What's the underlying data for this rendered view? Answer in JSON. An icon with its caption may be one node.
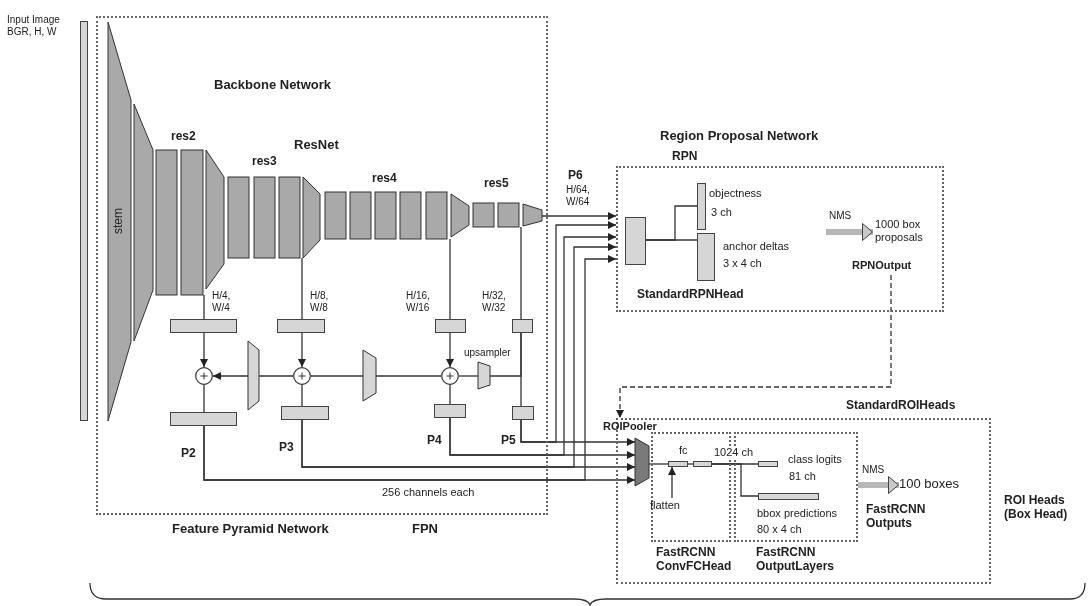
{
  "diagram": {
    "nodes": [
      {
        "text": [],
        "shape": "bar",
        "beside": [
          "Input Image BGR, H, W"
        ]
      },
      {
        "text": [
          "Backbone Network",
          "ResNet"
        ],
        "beside": [
          "Feature Pyramid Network",
          "FPN"
        ]
      },
      {
        "text": [
          "stem"
        ],
        "in": 1
      },
      {
        "text": [
          "res2"
        ],
        "in": 1
      },
      {
        "text": [
          "res3"
        ],
        "in": 1
      },
      {
        "text": [
          "res4"
        ],
        "in": 1
      },
      {
        "text": [
          "res5"
        ],
        "in": 1
      },
      {
        "text": [],
        "shape": "bar",
        "in": 1
      },
      {
        "text": [],
        "shape": "bar",
        "in": 1
      },
      {
        "text": [],
        "shape": "bar",
        "in": 1
      },
      {
        "text": [],
        "shape": "bar",
        "in": 1
      },
      {
        "text": [],
        "shape": "circle",
        "in": 1
      },
      {
        "text": [],
        "shape": "circle",
        "in": 1
      },
      {
        "text": [],
        "shape": "circle",
        "in": 1
      },
      {
        "text": [],
        "shape": "trapezoid",
        "in": 1
      },
      {
        "text": [],
        "shape": "trapezoid",
        "in": 1
      },
      {
        "text": [],
        "shape": "trapezoid",
        "in": 1,
        "beside": [
          "upsampler"
        ]
      },
      {
        "text": [],
        "shape": "bar",
        "in": 1,
        "beside": [
          "P2"
        ]
      },
      {
        "text": [],
        "shape": "bar",
        "in": 1,
        "beside": [
          "P3"
        ]
      },
      {
        "text": [],
        "shape": "bar",
        "in": 1,
        "beside": [
          "P4"
        ]
      },
      {
        "text": [],
        "shape": "bar",
        "in": 1,
        "beside": [
          "P5"
        ]
      },
      {
        "text": [
          "Region Proposal Network",
          "RPN"
        ]
      },
      {
        "text": [],
        "shape": "box",
        "in": 21
      },
      {
        "text": [],
        "shape": "bar",
        "in": 21,
        "beside": [
          "objectness",
          "3 ch"
        ]
      },
      {
        "text": [],
        "shape": "bar",
        "in": 21,
        "beside": [
          "anchor deltas",
          "3 x 4 ch"
        ]
      },
      {
        "text": [
          "1000 box proposals",
          "RPNOutput"
        ],
        "in": 21
      },
      {
        "text": [
          "StandardROIHeads"
        ],
        "beside": [
          "ROI Heads (Box Head)"
        ]
      },
      {
        "text": [
          "ROIPooler"
        ],
        "in": 26
      },
      {
        "text": [
          "FastRCNN ConvFCHead"
        ],
        "in": 26
      },
      {
        "text": [],
        "shape": "bar",
        "in": 28
      },
      {
        "text": [],
        "shape": "bar",
        "in": 28
      },
      {
        "text": [
          "flatten"
        ],
        "in": 28
      },
      {
        "text": [
          "FastRCNN OutputLayers"
        ],
        "in": 26
      },
      {
        "text": [],
        "shape": "bar",
        "in": 32,
        "beside": [
          "class logits",
          "81 ch"
        ]
      },
      {
        "text": [],
        "shape": "bar",
        "in": 32,
        "beside": [
          "bbox predictions",
          "80 x 4 ch"
        ]
      },
      {
        "text": [
          "100 boxes"
        ],
        "in": 26,
        "beside": [
          "FastRCNN Outputs"
        ]
      }
    ],
    "edges": [
      {
        "from": 3,
        "to": 7,
        "arrow": "none"
      },
      {
        "from": 4,
        "to": 8,
        "arrow": "none"
      },
      {
        "from": 5,
        "to": 9,
        "arrow": "none"
      },
      {
        "from": 6,
        "to": 10,
        "arrow": "none"
      },
      {
        "from": 7,
        "to": 11,
        "arrow": "to"
      },
      {
        "from": 8,
        "to": 12,
        "arrow": "to"
      },
      {
        "from": 9,
        "to": 13,
        "arrow": "to"
      },
      {
        "from": 10,
        "to": 20,
        "arrow": "none"
      },
      {
        "from": 10,
        "to": 16,
        "arrow": "none"
      },
      {
        "from": 16,
        "to": 13,
        "arrow": "none"
      },
      {
        "from": 13,
        "to": 15,
        "arrow": "none"
      },
      {
        "from": 15,
        "to": 12,
        "arrow": "none"
      },
      {
        "from": 12,
        "to": 14,
        "arrow": "none"
      },
      {
        "from": 14,
        "to": 11,
        "arrow": "to"
      },
      {
        "from": 11,
        "to": 17,
        "arrow": "none"
      },
      {
        "from": 12,
        "to": 18,
        "arrow": "none"
      },
      {
        "from": 13,
        "to": 19,
        "arrow": "none"
      },
      {
        "from": 17,
        "to": 27,
        "arrow": "to"
      },
      {
        "from": 18,
        "to": 27,
        "arrow": "to"
      },
      {
        "from": 19,
        "to": 27,
        "arrow": "to"
      },
      {
        "from": 20,
        "to": 27,
        "arrow": "to"
      },
      {
        "from": 20,
        "to": 21,
        "arrow": "to"
      },
      {
        "from": 19,
        "to": 21,
        "arrow": "to"
      },
      {
        "from": 18,
        "to": 21,
        "arrow": "to"
      },
      {
        "from": 17,
        "to": 21,
        "arrow": "to"
      },
      {
        "from": 6,
        "to": 21,
        "arrow": "to"
      },
      {
        "from": 22,
        "to": 23,
        "arrow": "none"
      },
      {
        "from": 22,
        "to": 24,
        "arrow": "none"
      },
      {
        "from": null,
        "to": 25,
        "arrow": "to",
        "label": "NMS",
        "style": "thick",
        "color": "#b8b8b8"
      },
      {
        "from": 25,
        "to": 26,
        "arrow": "to",
        "style": "dashed"
      },
      {
        "from": 27,
        "to": 29,
        "arrow": "none"
      },
      {
        "from": 29,
        "to": 30,
        "arrow": "none"
      },
      {
        "from": 30,
        "to": 33,
        "arrow": "none",
        "label": "1024 ch"
      },
      {
        "from": 30,
        "to": 34,
        "arrow": "none"
      },
      {
        "from": 31,
        "to": 29,
        "arrow": "to"
      },
      {
        "from": 32,
        "to": 35,
        "arrow": "to",
        "label": "NMS",
        "style": "thick",
        "color": "#b8b8b8"
      }
    ],
    "labels": [
      "H/4, W/4",
      "H/8, W/8",
      "H/16, W/16",
      "H/32, W/32",
      "P6",
      "H/64, W/64",
      "StandardRPNHead",
      "fc",
      "256 channels each"
    ]
  }
}
